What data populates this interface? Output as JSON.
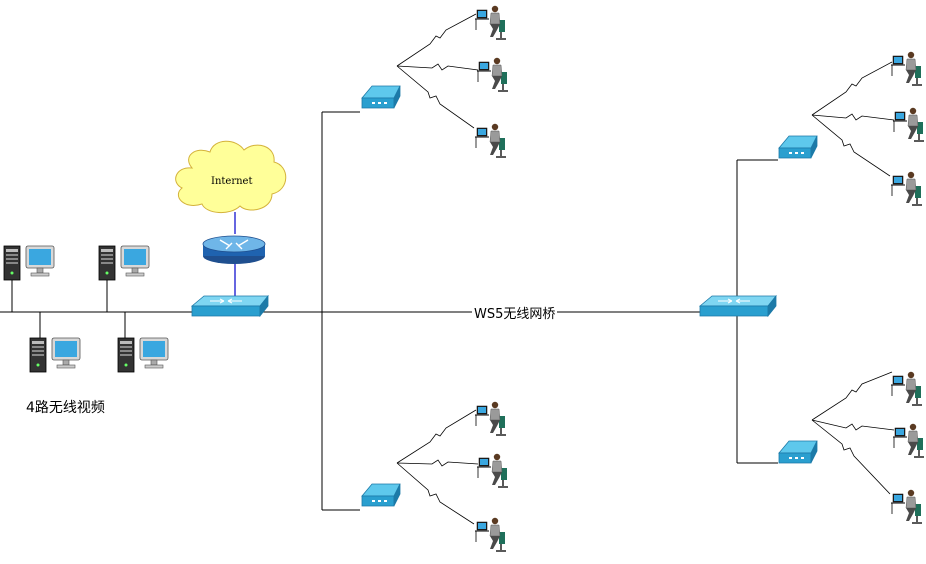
{
  "labels": {
    "internet": "Internet",
    "bridge": "WS5无线网桥",
    "video": "4路无线视频"
  },
  "colors": {
    "device_top": "#5ec8ec",
    "device_side": "#2a9fcf",
    "device_dark": "#1c7aa8",
    "cloud": "#ffff99",
    "cloud_stroke": "#d4b23a",
    "router_blue": "#1f63b0",
    "link": "#000000",
    "uplink": "#0000cc"
  },
  "icons": [
    "cloud-icon",
    "router-icon",
    "switch-icon",
    "access-point-icon",
    "server-tower-icon",
    "monitor-icon",
    "user-workstation-icon",
    "wireless-link-icon"
  ]
}
